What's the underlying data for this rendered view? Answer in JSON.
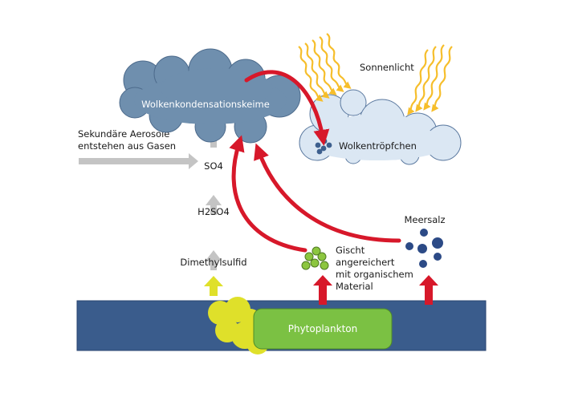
{
  "labels": {
    "cloud_left": "Wolkenkondensationskeime",
    "cloud_right": "Wolkentröpfchen",
    "sunlight": "Sonnenlicht",
    "secondary_line1": "Sekundäre Aerosole",
    "secondary_line2": "entstehen aus Gasen",
    "so4": "SO4",
    "h2so4": "H2SO4",
    "dms": "Dimethylsulfid",
    "spray_line1": "Gischt",
    "spray_line2": "angereichert",
    "spray_line3": "mit organischem",
    "spray_line4": "Material",
    "seasalt": "Meersalz",
    "phytoplankton": "Phytoplankton"
  },
  "colors": {
    "cloud_dark": "#6f8fae",
    "cloud_light": "#dbe7f3",
    "cloud_light_stroke": "#5c7aa0",
    "ocean": "#3a5c8c",
    "phytoplankton": "#7bc143",
    "dms_yellow": "#dfe02a",
    "red_arrow": "#d7182a",
    "gray_arrow": "#c4c4c4",
    "sun_ray": "#f6be2b",
    "spray_green": "#8cc63f",
    "seasalt_blue": "#2c4a86"
  }
}
